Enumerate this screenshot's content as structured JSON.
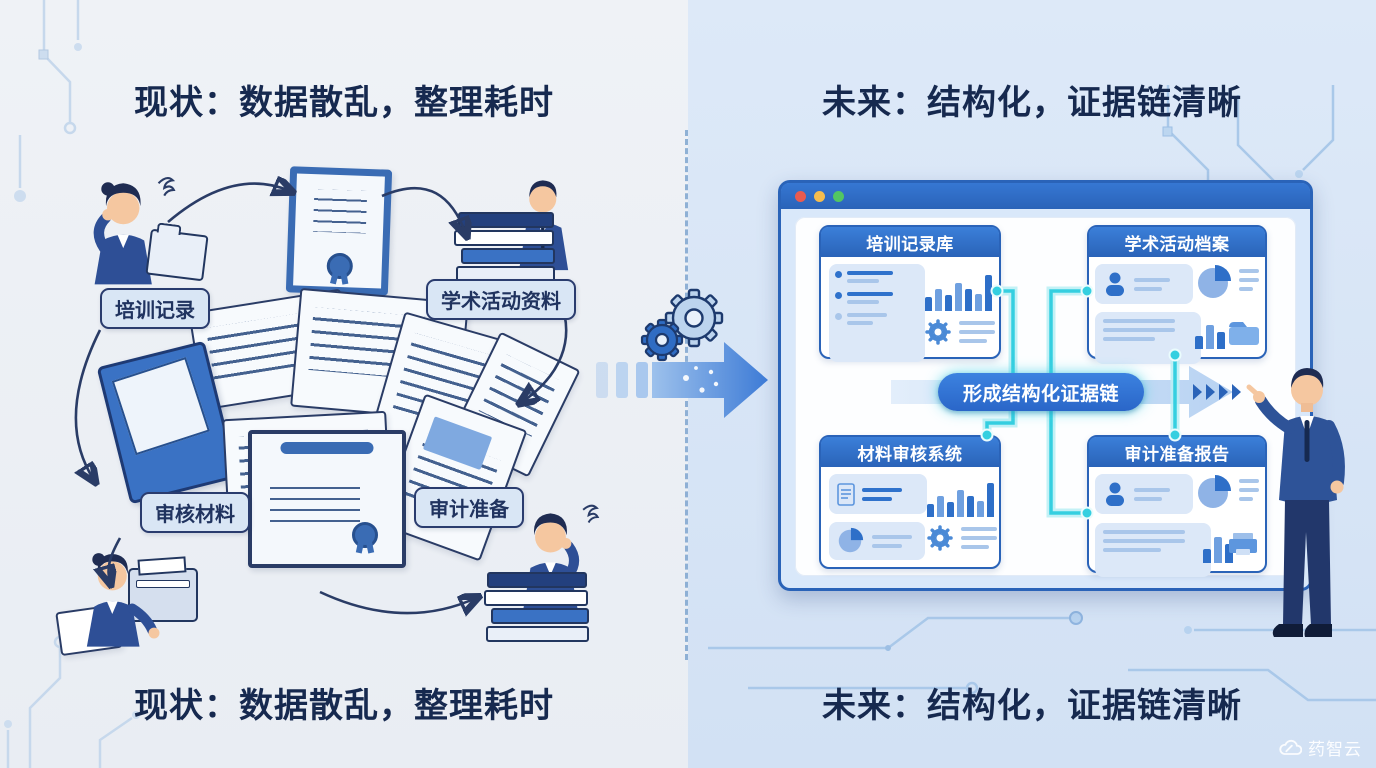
{
  "colors": {
    "title_navy": "#16294f",
    "accent_blue": "#2e6cc5",
    "cyan_glow": "#35cfe0",
    "left_bg": "#eef1f5",
    "right_bg": "#dbe8f8",
    "traffic_lights": [
      "#e95b50",
      "#f5bd4f",
      "#52c662"
    ]
  },
  "left_panel": {
    "title_top": "现状：数据散乱，整理耗时",
    "title_bottom": "现状：数据散乱，整理耗时",
    "tags": [
      {
        "label": "培训记录"
      },
      {
        "label": "学术活动资料"
      },
      {
        "label": "审核材料"
      },
      {
        "label": "审计准备"
      }
    ]
  },
  "right_panel": {
    "title_top": "未来：结构化，证据链清晰",
    "title_bottom": "未来：结构化，证据链清晰",
    "browser": {
      "cards": [
        {
          "title": "培训记录库"
        },
        {
          "title": "学术活动档案"
        },
        {
          "title": "材料审核系统"
        },
        {
          "title": "审计准备报告"
        }
      ],
      "banner_label": "形成结构化证据链"
    }
  },
  "icons": {
    "gear": "gear-icon",
    "pie": "pie-chart-icon",
    "bars": "bar-chart-icon",
    "user": "user-icon",
    "folder": "folder-icon",
    "document": "document-icon",
    "printer": "printer-icon",
    "cloud": "cloud-logo-icon"
  },
  "watermark": {
    "label": "药智云"
  }
}
